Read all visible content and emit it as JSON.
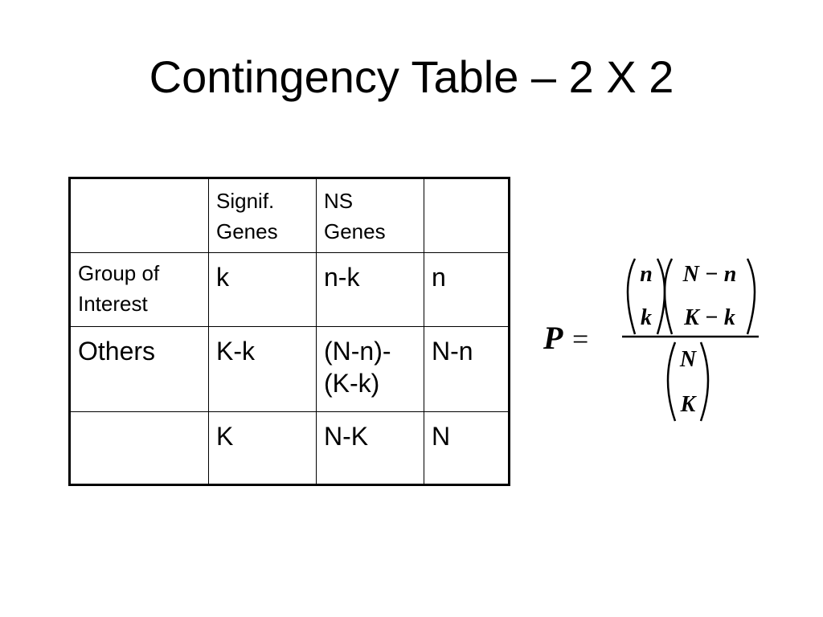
{
  "slide": {
    "title": "Contingency Table – 2 X 2"
  },
  "table": {
    "header": [
      "",
      "Signif. Genes",
      "NS Genes",
      ""
    ],
    "rows": [
      [
        "Group of Interest",
        "k",
        "n-k",
        "n"
      ],
      [
        "Others",
        "K-k",
        "(N-n)-(K-k)",
        "N-n"
      ],
      [
        "",
        "K",
        "N-K",
        "N"
      ]
    ]
  },
  "formula": {
    "lhs": "P",
    "equals": "=",
    "num1_top": "n",
    "num1_bottom": "k",
    "num2_top": "N − n",
    "num2_bottom": "K − k",
    "den_top": "N",
    "den_bottom": "K"
  }
}
